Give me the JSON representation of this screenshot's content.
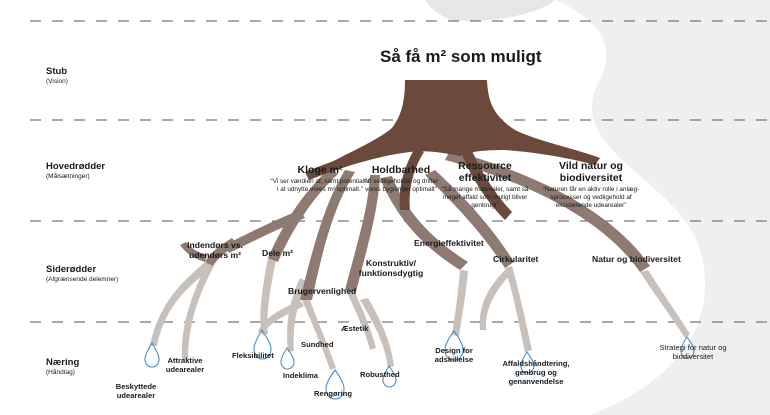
{
  "title": "Så få m² som muligt",
  "levels": [
    {
      "title": "Stub",
      "subtitle": "(Vision)"
    },
    {
      "title": "Hovedrødder",
      "subtitle": "(Målsætninger)"
    },
    {
      "title": "Siderødder",
      "subtitle": "(Afgrænsende delemner)"
    },
    {
      "title": "Næring",
      "subtitle": "(Håndtag)"
    }
  ],
  "goals": [
    {
      "title": "Kloge m²",
      "quote": "“Vi ser værdien af, samt potentialet i at udnytte vores m² optimalt.”"
    },
    {
      "title": "Holdbarhed",
      "quote": "“Vi vedligeholder og drifter vores bygninger optimalt”"
    },
    {
      "title": "Ressource effektivitet",
      "quote": "“Så mange materialer, samt så meget affald som muligt bliver genbrugt”"
    },
    {
      "title": "Vild natur og biodiversitet",
      "quote": "“Naturen får en aktiv rolle i anlæg-sprocesser og vedligehold af eksisterende udearealer”"
    }
  ],
  "subtopics": {
    "indoor_outdoor": "Indendørs vs. udendørs m²",
    "sharing": "Dele m²",
    "construction": "Konstruktiv/ funktionsdygtig",
    "user_friendly": "Brugervenlighed",
    "energy": "Energieffektivitet",
    "circularity": "Cirkularitet",
    "nature": "Natur og biodiversitet"
  },
  "levers": {
    "protected": "Beskyttede udearealer",
    "attractive": "Attraktive udearealer",
    "flexibility": "Fleksibilitet",
    "indoor_climate": "Indeklima",
    "comfort": "Sundhed",
    "aesthetics": "Æstetik",
    "cleaning": "Rengøring",
    "robustness": "Robusthed",
    "design": "Design for adskillelse",
    "waste": "Affaldshåndtering, genbrug og genanvendelse",
    "strategy": "Strategi for natur og biodiversitet"
  },
  "colors": {
    "trunk": "#6b4a3c",
    "root_dark": "#7b5f55",
    "root_mid": "#8f7a72",
    "root_light": "#c8c0bb",
    "background_shape": "#efefef",
    "dash": "#555555",
    "drop": "#4a90c8"
  }
}
